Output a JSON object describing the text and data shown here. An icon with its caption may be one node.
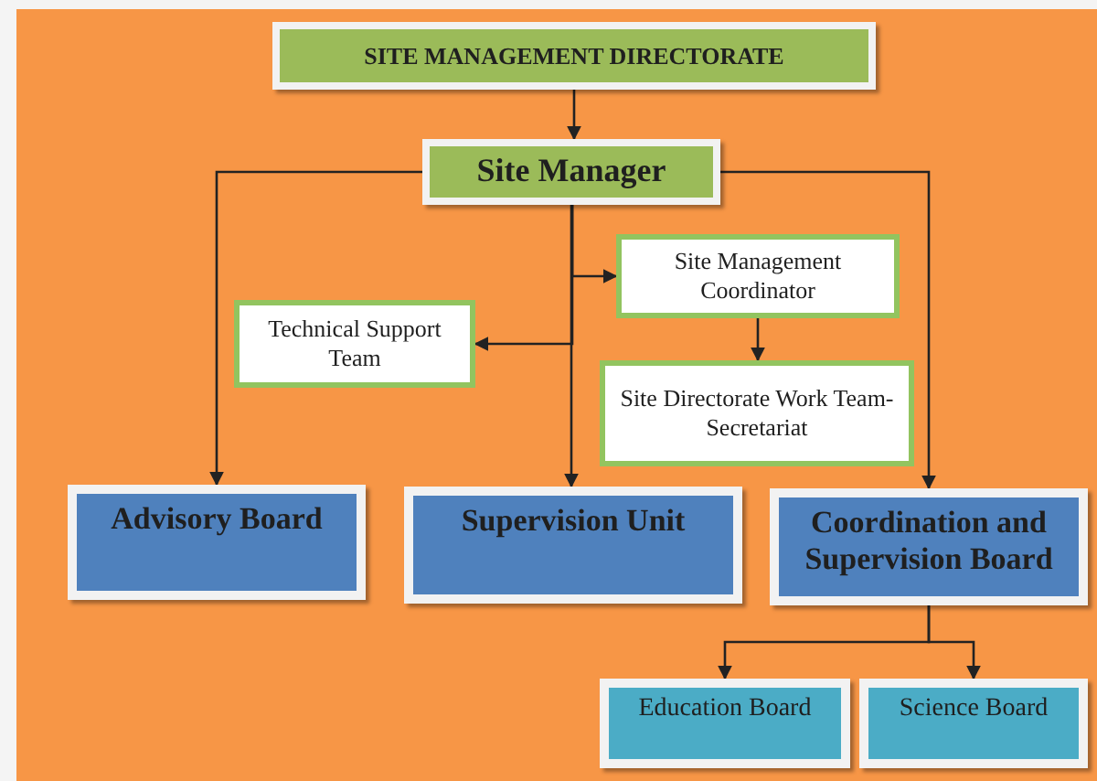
{
  "diagram": {
    "nodes": [
      {
        "text": [
          "SITE MANAGEMENT DIRECTORATE"
        ]
      },
      {
        "text": [
          "Site Manager"
        ]
      },
      {
        "text": [
          "Site Management Coordinator"
        ]
      },
      {
        "text": [
          "Technical Support Team"
        ]
      },
      {
        "text": [
          "Site Directorate Work Team- Secretariat"
        ]
      },
      {
        "text": [
          "Advisory Board"
        ]
      },
      {
        "text": [
          "Supervision Unit"
        ]
      },
      {
        "text": [
          "Coordination and Supervision Board"
        ]
      },
      {
        "text": [
          "Education Board"
        ]
      },
      {
        "text": [
          "Science Board"
        ]
      }
    ],
    "edges": [
      {
        "from": 0,
        "to": 1,
        "arrow": "to"
      },
      {
        "from": 1,
        "to": 5,
        "arrow": "to"
      },
      {
        "from": 1,
        "to": 6,
        "arrow": "to"
      },
      {
        "from": 1,
        "to": 2,
        "arrow": "to"
      },
      {
        "from": 1,
        "to": 3,
        "arrow": "to"
      },
      {
        "from": 2,
        "to": 4,
        "arrow": "to"
      },
      {
        "from": 1,
        "to": 7,
        "arrow": "to"
      },
      {
        "from": 7,
        "to": 8,
        "arrow": "to"
      },
      {
        "from": 7,
        "to": 9,
        "arrow": "to"
      }
    ]
  }
}
